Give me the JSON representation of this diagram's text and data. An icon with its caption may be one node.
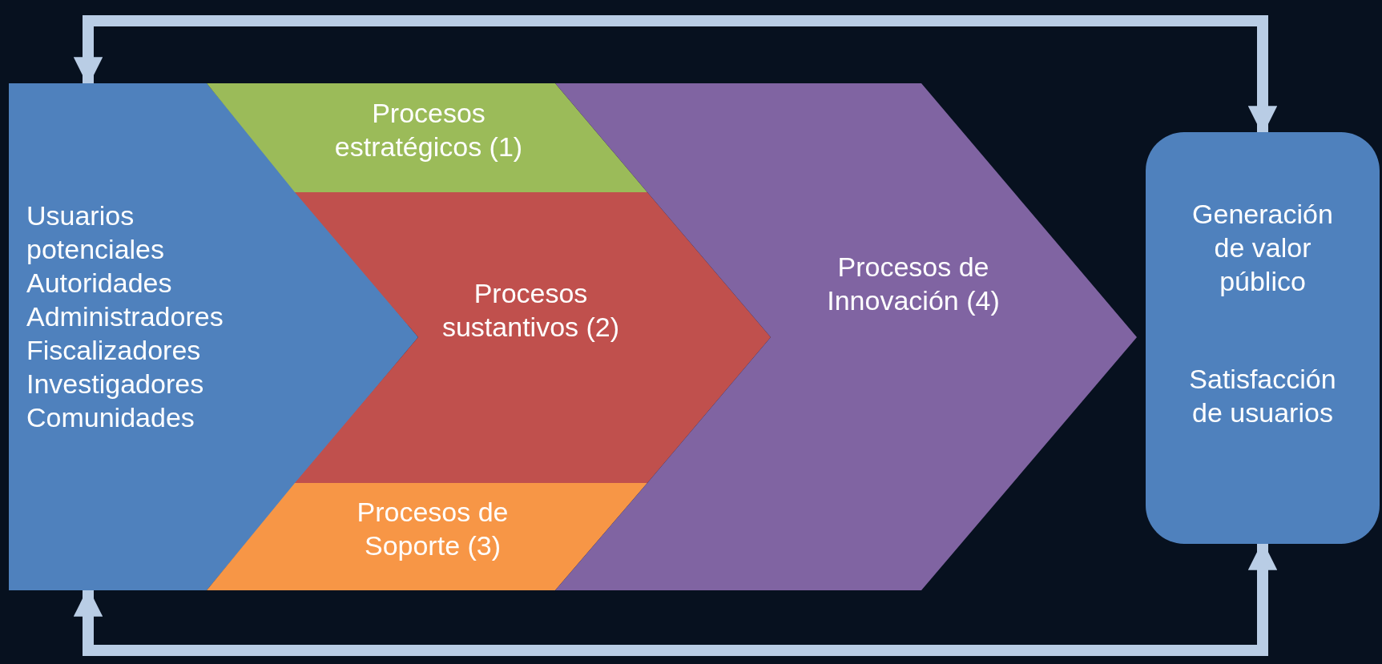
{
  "diagram": {
    "nodes": [
      {
        "text": [
          "Usuarios potenciales",
          "Autoridades",
          "Administradores",
          "Fiscalizadores",
          "Investigadores",
          "Comunidades"
        ]
      },
      {
        "text": [
          "Procesos estratégicos (1)"
        ]
      },
      {
        "text": [
          "Procesos sustantivos (2)"
        ]
      },
      {
        "text": [
          "Procesos de Soporte (3)"
        ]
      },
      {
        "text": [
          "Procesos de Innovación (4)"
        ]
      },
      {
        "text": [
          "Generación de valor público",
          "Satisfacción de usuarios"
        ]
      }
    ],
    "edges": [
      {
        "from": 0,
        "to": 5,
        "arrow": "both"
      },
      {
        "from": 0,
        "to": 5,
        "arrow": "both"
      }
    ]
  }
}
